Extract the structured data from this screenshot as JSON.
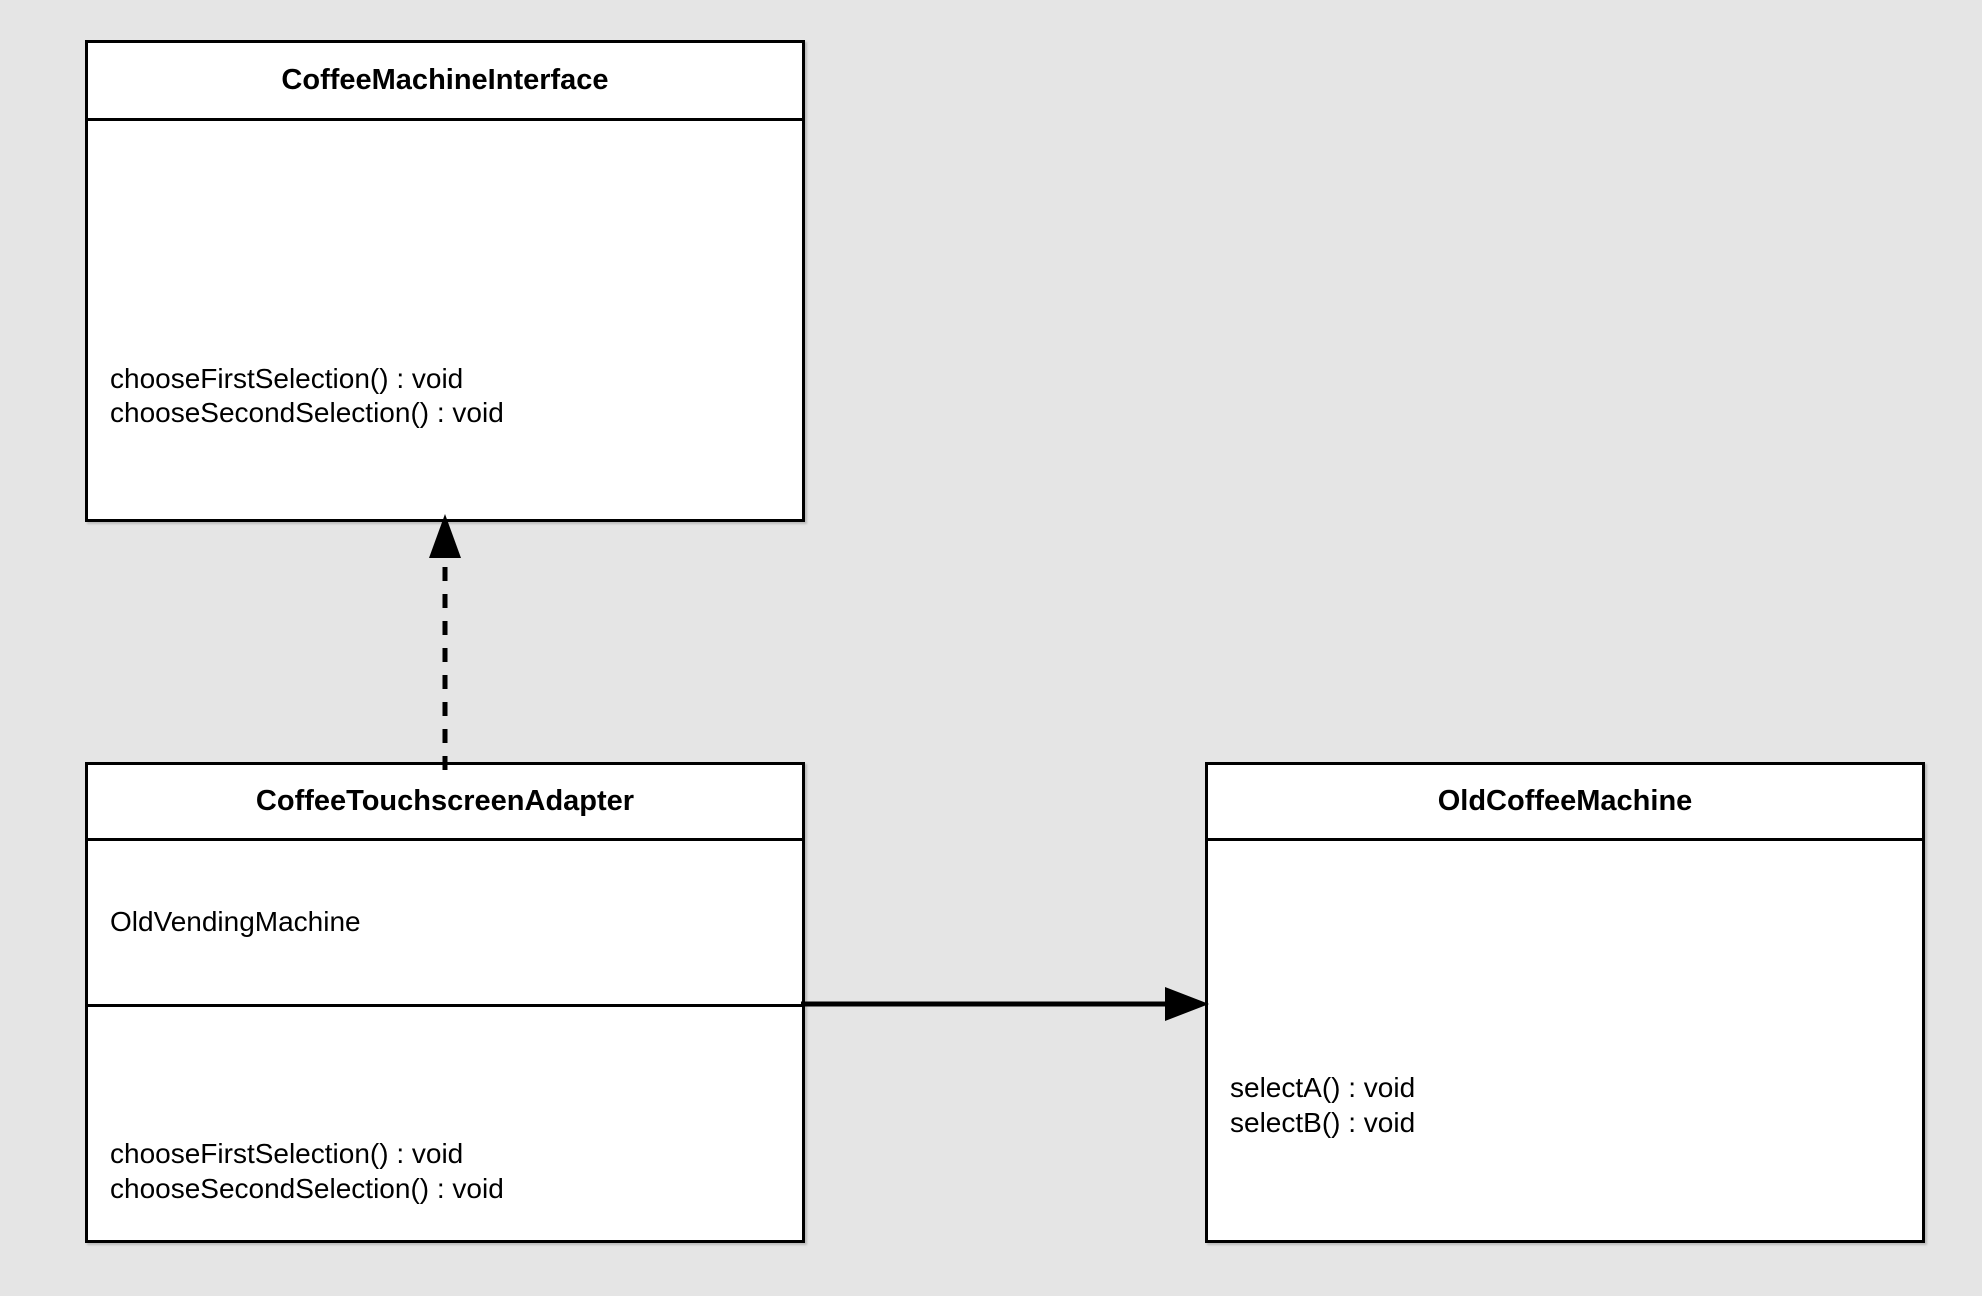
{
  "diagram": {
    "type": "uml-class-diagram",
    "background_color": "#e5e5e5",
    "line_color": "#000000",
    "box_fill_color": "#ffffff",
    "classes": [
      {
        "id": "coffee-machine-interface",
        "name": "CoffeeMachineInterface",
        "stereotype": "",
        "attributes": [],
        "operations": [
          "chooseFirstSelection() : void",
          "chooseSecondSelection() : void"
        ]
      },
      {
        "id": "coffee-touchscreen-adapter",
        "name": "CoffeeTouchscreenAdapter",
        "stereotype": "",
        "attributes": [
          "OldVendingMachine"
        ],
        "operations": [
          "chooseFirstSelection() : void",
          "chooseSecondSelection() : void"
        ]
      },
      {
        "id": "old-coffee-machine",
        "name": "OldCoffeeMachine",
        "stereotype": "",
        "attributes": [],
        "operations": [
          "selectA() : void",
          "selectB() : void"
        ]
      }
    ],
    "connectors": [
      {
        "id": "realization",
        "name": "realization-connector",
        "from": "CoffeeTouchscreenAdapter",
        "to": "CoffeeMachineInterface",
        "line_style": "dashed",
        "arrow_head": "filled-triangle",
        "direction": "up",
        "label": ""
      },
      {
        "id": "association",
        "name": "association-connector",
        "from": "CoffeeTouchscreenAdapter",
        "to": "OldCoffeeMachine",
        "line_style": "solid",
        "arrow_head": "filled-triangle",
        "direction": "right",
        "label": ""
      }
    ]
  }
}
